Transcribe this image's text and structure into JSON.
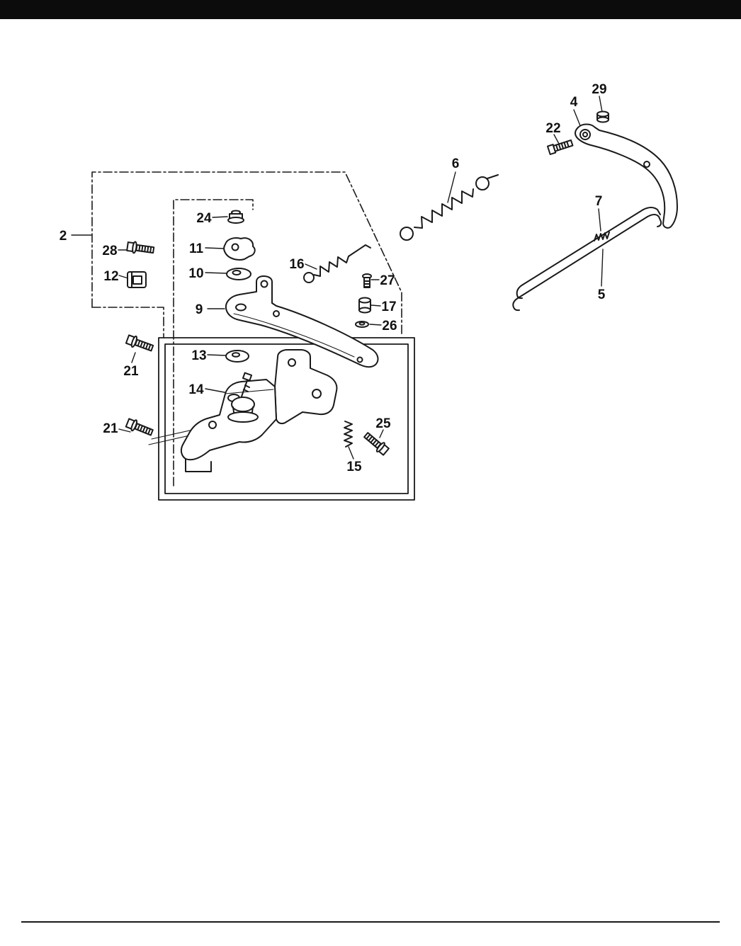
{
  "page": {
    "background_color": "#ffffff",
    "top_bar_color": "#0c0c0c",
    "line_color": "#1a1a1a",
    "rule_color": "#1a1a1a"
  },
  "diagram": {
    "callouts": [
      {
        "label": "2"
      },
      {
        "label": "4"
      },
      {
        "label": "5"
      },
      {
        "label": "6"
      },
      {
        "label": "7"
      },
      {
        "label": "9"
      },
      {
        "label": "10"
      },
      {
        "label": "11"
      },
      {
        "label": "12"
      },
      {
        "label": "13"
      },
      {
        "label": "14"
      },
      {
        "label": "15"
      },
      {
        "label": "16"
      },
      {
        "label": "17"
      },
      {
        "label": "21"
      },
      {
        "label": "21"
      },
      {
        "label": "22"
      },
      {
        "label": "24"
      },
      {
        "label": "25"
      },
      {
        "label": "26"
      },
      {
        "label": "27"
      },
      {
        "label": "28"
      },
      {
        "label": "29"
      }
    ]
  }
}
